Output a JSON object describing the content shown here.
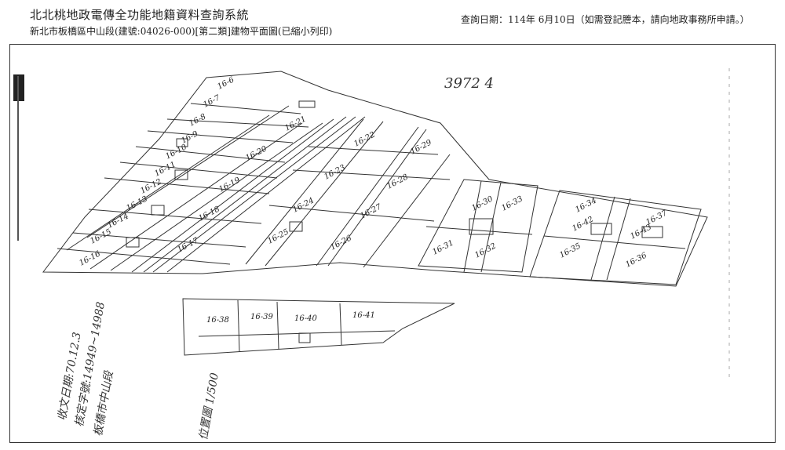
{
  "header": {
    "title": "北北桃地政電傳全功能地籍資料查詢系統",
    "subtitle": "新北市板橋區中山段(建號:04026-000)[第二類]建物平面圖(已縮小列印)",
    "query_date": "查詢日期：114年 6月10日（如需登記謄本，請向地政事務所申請。）"
  },
  "plan": {
    "handwritten_number": "3972 4",
    "lot_labels_upper": [
      "16-6",
      "16-7",
      "16-8",
      "16-9",
      "16-10",
      "16-11",
      "16-12",
      "16-13",
      "16-14",
      "16-15",
      "16-16"
    ],
    "lot_labels_middle": [
      "16-17",
      "16-18",
      "16-19",
      "16-20",
      "16-21",
      "16-22",
      "16-23",
      "16-24",
      "16-25",
      "16-26",
      "16-27",
      "16-28",
      "16-29"
    ],
    "lot_labels_right": [
      "16-30",
      "16-31",
      "16-32",
      "16-33",
      "16-34",
      "16-35",
      "16-36",
      "16-42",
      "16-43",
      "16-37"
    ],
    "lot_labels_lower": [
      "16-38",
      "16-39",
      "16-40",
      "16-41"
    ],
    "annotation_date": "收文日期:70.12.3",
    "annotation_cert": "核定字號:14949~14988",
    "annotation_location": "板橋市中山段",
    "scale_note": "位置圖 1/500"
  }
}
